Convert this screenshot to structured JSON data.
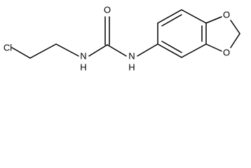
{
  "molecule": {
    "atoms": {
      "chlorine": "Cl",
      "amide_nitrogen_left": "N",
      "amide_hydrogen_left": "H",
      "carbonyl_oxygen": "O",
      "amide_nitrogen_right": "N",
      "amide_hydrogen_right": "H",
      "dioxole_oxygen_top": "O",
      "dioxole_oxygen_bottom": "O"
    }
  }
}
